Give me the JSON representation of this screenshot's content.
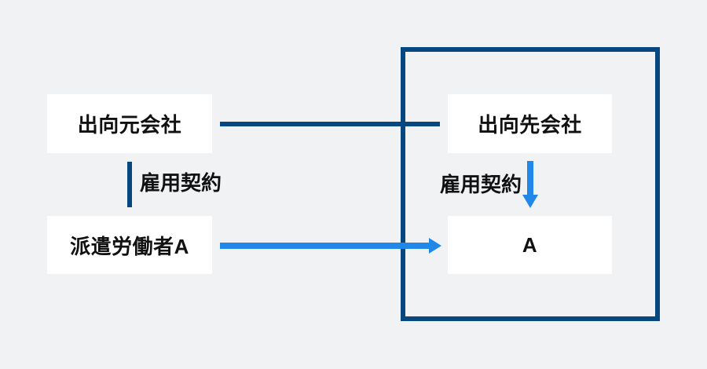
{
  "diagram": {
    "boxes": {
      "source_company": "出向元会社",
      "destination_company": "出向先会社",
      "dispatched_worker": "派遣労働者A",
      "worker_at_destination": "A"
    },
    "edge_labels": {
      "employment_contract_left": "雇用契約",
      "employment_contract_right": "雇用契約"
    },
    "colors": {
      "navy_line": "#05477e",
      "blue_arrow": "#2188e9",
      "background": "#f0f2f4",
      "box_background": "#ffffff",
      "text": "#111111"
    }
  }
}
